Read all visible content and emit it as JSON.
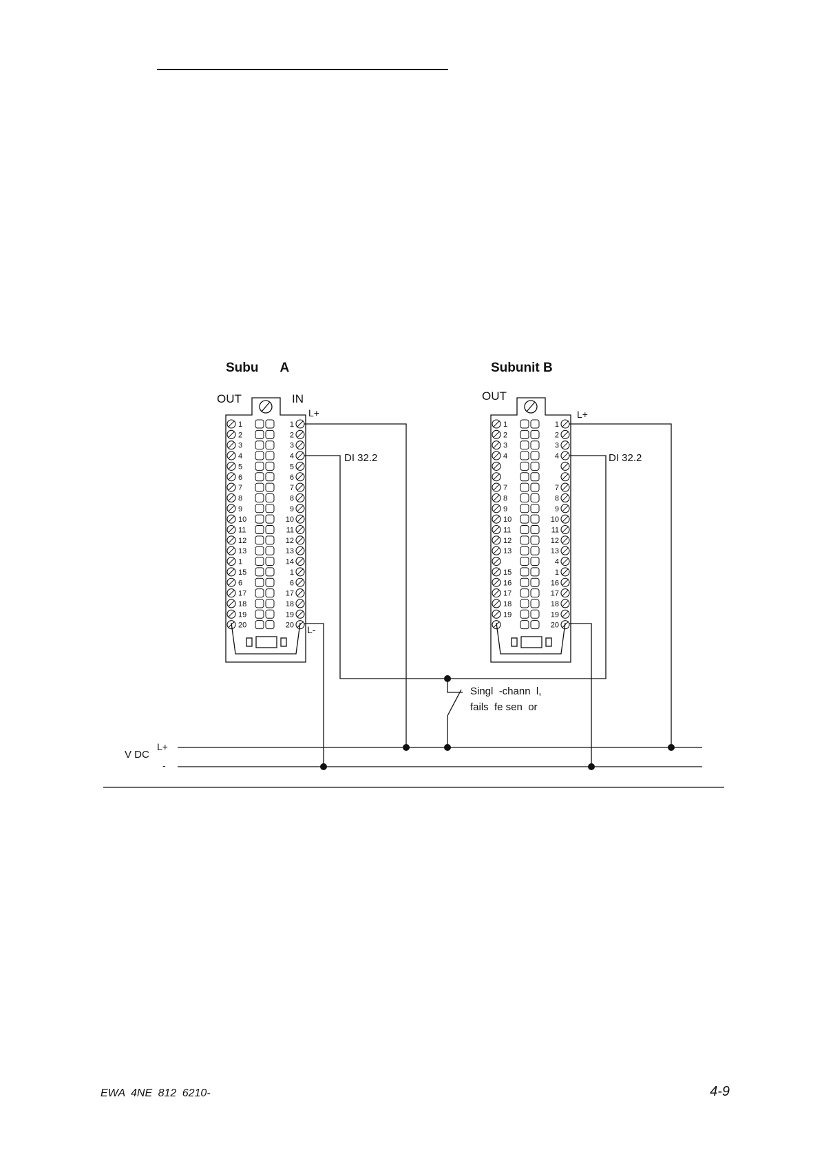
{
  "subunit_a": {
    "title": "Subu      A",
    "out_label": "OUT",
    "in_label": "IN",
    "lplus": "L+",
    "lminus": "L-",
    "left_pins": [
      "1",
      "2",
      "3",
      "4",
      "5",
      "6",
      "7",
      "8",
      "9",
      "10",
      "11",
      "12",
      "13",
      "1",
      "15",
      "6",
      "17",
      "18",
      "19",
      "20"
    ],
    "right_pins": [
      "1",
      "2",
      "3",
      "4",
      "5",
      "6",
      "7",
      "8",
      "9",
      "10",
      "11",
      "12",
      "13",
      "14",
      "1",
      "6",
      "17",
      "18",
      "19",
      "20"
    ],
    "di_label": "DI 32.2"
  },
  "subunit_b": {
    "title": "Subunit B",
    "out_label": "OUT",
    "lplus": "L+",
    "left_pins": [
      "1",
      "2",
      "3",
      "4",
      "",
      "",
      "7",
      "8",
      "9",
      "10",
      "11",
      "12",
      "13",
      "",
      "15",
      "16",
      "17",
      "18",
      "19",
      ""
    ],
    "right_pins": [
      "1",
      "2",
      "3",
      "4",
      "",
      "",
      "7",
      "8",
      "9",
      "10",
      "11",
      "12",
      "13",
      "4",
      "1",
      "16",
      "17",
      "18",
      "19",
      "20"
    ],
    "di_label": "DI 32.2"
  },
  "sensor": {
    "line1": "Singl  -chann  l,",
    "line2": "fails  fe sen  or"
  },
  "supply": {
    "label": "V DC",
    "lplus": "L+",
    "lminus": "-"
  },
  "footer": {
    "doc_id": "EWA 4NE  812 6210-",
    "page": "4-9"
  }
}
